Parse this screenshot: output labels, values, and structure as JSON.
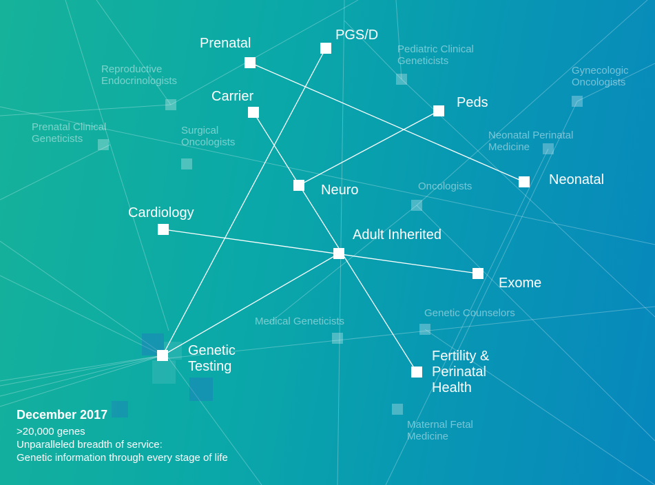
{
  "nodes": [
    {
      "id": "prenatal",
      "label": "Prenatal"
    },
    {
      "id": "pgsd",
      "label": "PGS/D"
    },
    {
      "id": "carrier",
      "label": "Carrier"
    },
    {
      "id": "peds",
      "label": "Peds"
    },
    {
      "id": "neuro",
      "label": "Neuro"
    },
    {
      "id": "neonatal",
      "label": "Neonatal"
    },
    {
      "id": "cardiology",
      "label": "Cardiology"
    },
    {
      "id": "adult",
      "label": "Adult Inherited"
    },
    {
      "id": "exome",
      "label": "Exome"
    },
    {
      "id": "genetic",
      "label": "Genetic\nTesting"
    },
    {
      "id": "fertility",
      "label": "Fertility &\nPerinatal\nHealth"
    }
  ],
  "edges": [
    [
      "prenatal",
      "neonatal"
    ],
    [
      "pgsd",
      "genetic"
    ],
    [
      "carrier",
      "fertility"
    ],
    [
      "peds",
      "neuro"
    ],
    [
      "cardiology",
      "exome"
    ],
    [
      "adult",
      "genetic"
    ]
  ],
  "background_labels": [
    {
      "id": "reproductive",
      "label": "Reproductive\nEndocrinologists"
    },
    {
      "id": "pediatric",
      "label": "Pediatric Clinical\nGeneticists"
    },
    {
      "id": "gynecologic",
      "label": "Gynecologic\nOncologists"
    },
    {
      "id": "prenatal-clinical",
      "label": "Prenatal Clinical\nGeneticists"
    },
    {
      "id": "surgical",
      "label": "Surgical\nOncologists"
    },
    {
      "id": "neonatal-perinatal",
      "label": "Neonatal Perinatal\nMedicine"
    },
    {
      "id": "oncologists",
      "label": "Oncologists"
    },
    {
      "id": "medical-geneticists",
      "label": "Medical Geneticists"
    },
    {
      "id": "genetic-counselors",
      "label": "Genetic Counselors"
    },
    {
      "id": "maternal-fetal",
      "label": "Maternal Fetal\nMedicine"
    }
  ],
  "info": {
    "date": "December 2017",
    "line1": ">20,000 genes",
    "line2": "Unparalleled breadth of service:",
    "line3": "Genetic information through every stage of life"
  }
}
